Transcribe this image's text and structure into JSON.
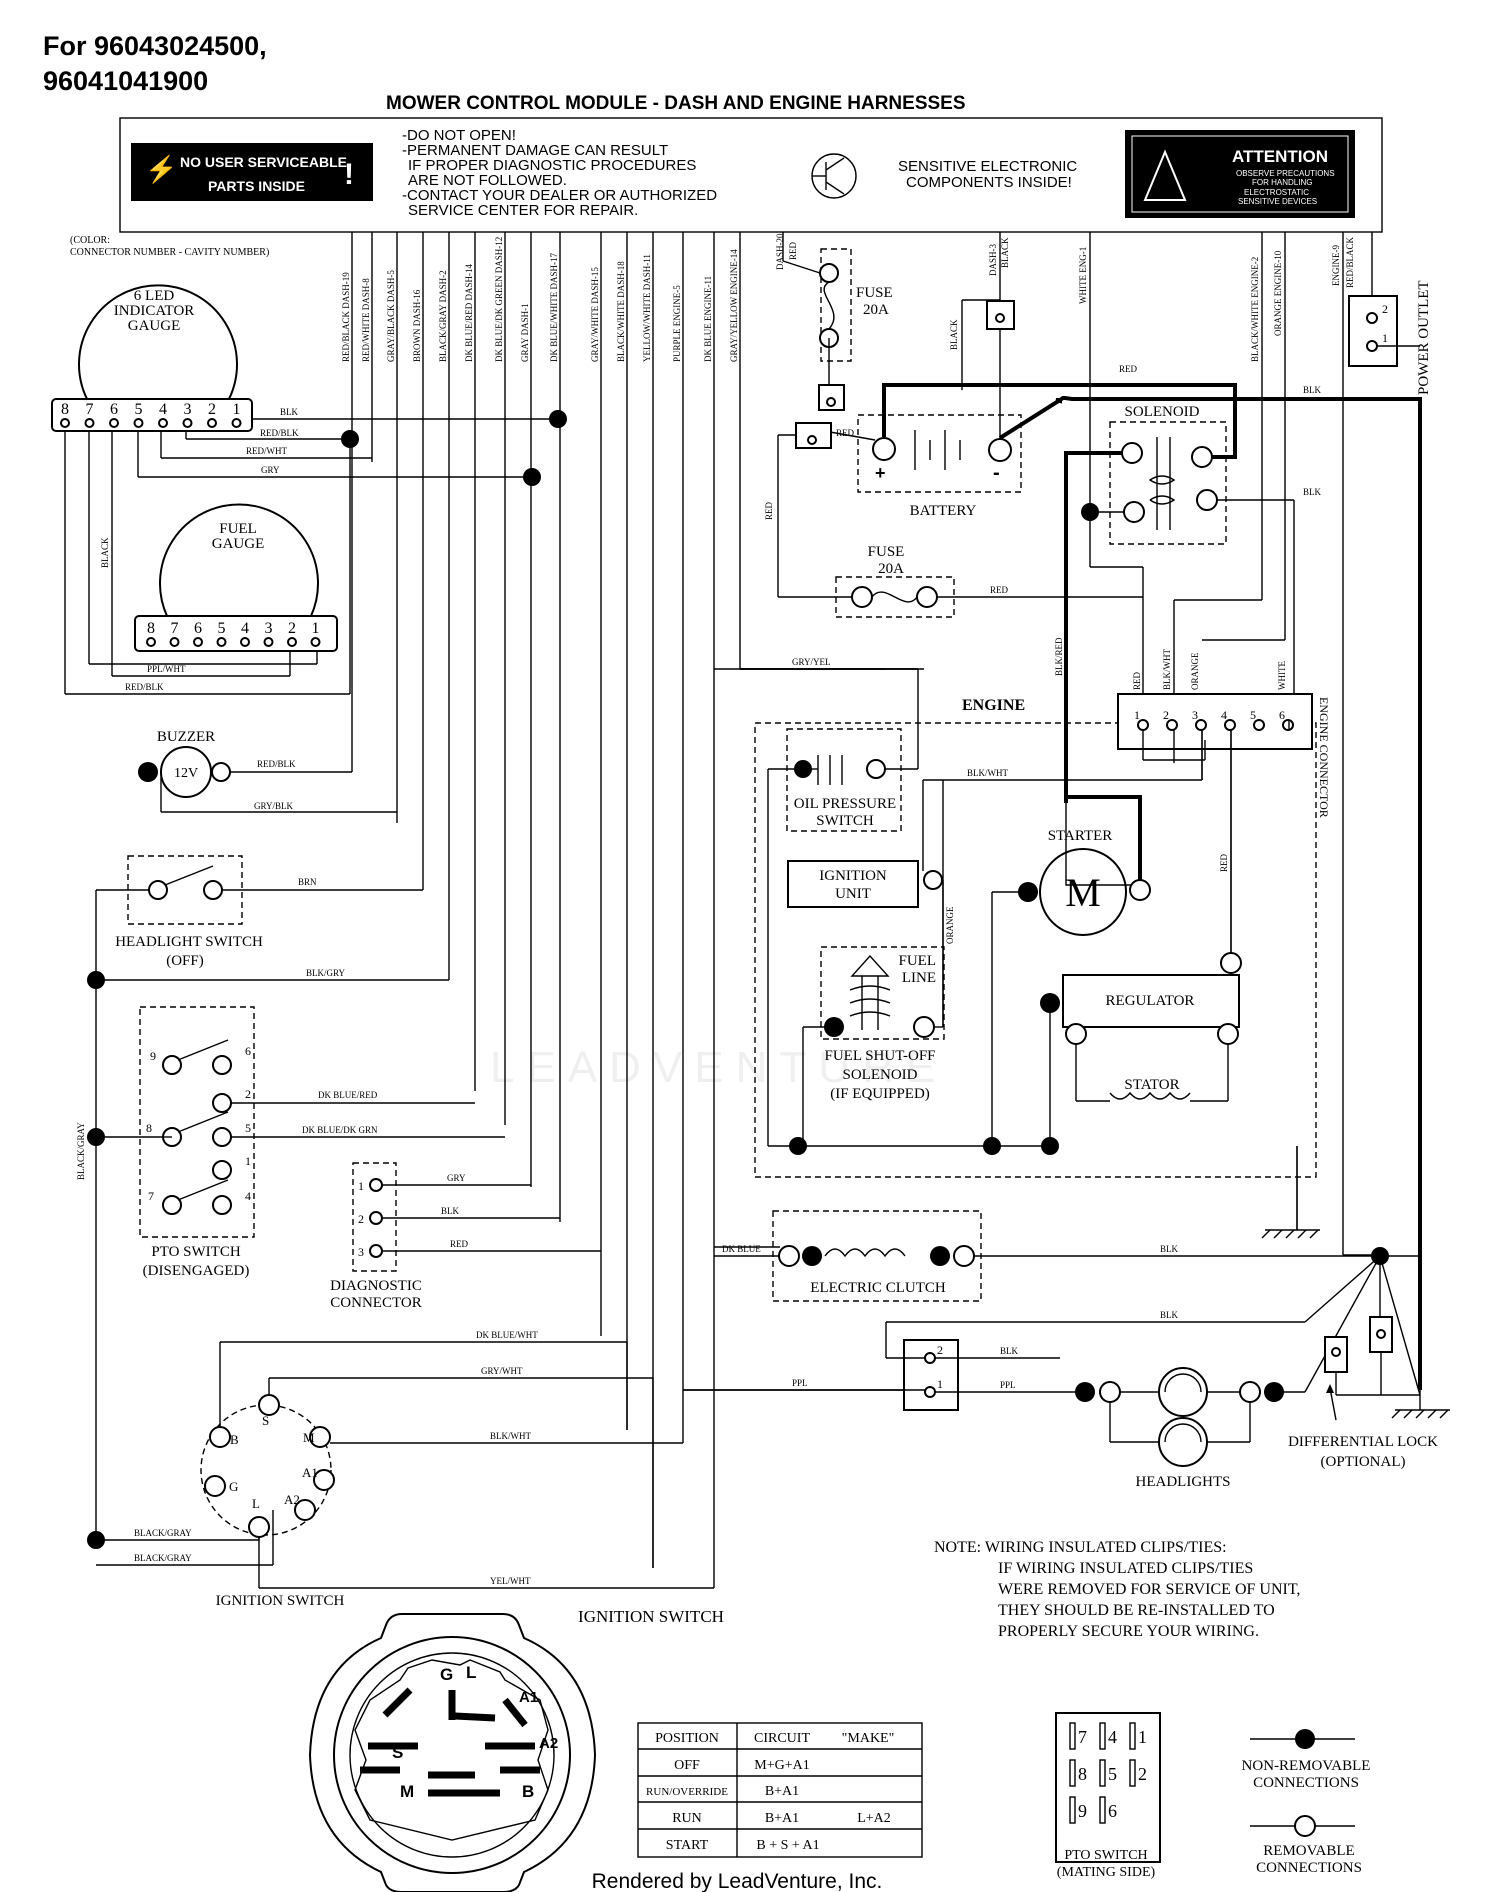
{
  "header": {
    "models_line1": "For 96043024500,",
    "models_line2": "96041041900",
    "title": "MOWER CONTROL MODULE - DASH AND ENGINE HARNESSES"
  },
  "module": {
    "badge_line1": "NO USER SERVICEABLE",
    "badge_line2": "PARTS INSIDE",
    "warn_line1": "-DO NOT OPEN!",
    "warn_line2": "-PERMANENT DAMAGE CAN RESULT",
    "warn_line3": "IF PROPER DIAGNOSTIC PROCEDURES",
    "warn_line4": "ARE NOT FOLLOWED.",
    "warn_line5": "-CONTACT YOUR DEALER OR AUTHORIZED",
    "warn_line6": "SERVICE CENTER FOR REPAIR.",
    "sensitive_line1": "SENSITIVE ELECTRONIC",
    "sensitive_line2": "COMPONENTS INSIDE!",
    "attention": "ATTENTION",
    "attention_line1": "OBSERVE PRECAUTIONS",
    "attention_line2": "FOR HANDLING",
    "attention_line3": "ELECTROSTATIC",
    "attention_line4": "SENSITIVE DEVICES"
  },
  "legend_color": {
    "line1": "(COLOR:",
    "line2": "CONNECTOR NUMBER - CAVITY NUMBER)"
  },
  "harness_wires": [
    "RED/BLACK DASH-19",
    "RED/WHITE DASH-8",
    "GRAY/BLACK DASH-5",
    "BROWN DASH-16",
    "BLACK/GRAY DASH-2",
    "DK BLUE/RED DASH-14",
    "DK BLUE/DK GREEN DASH-12",
    "GRAY DASH-1",
    "DK BLUE/WHITE DASH-17",
    "GRAY/WHITE DASH-15",
    "BLACK/WHITE DASH-18",
    "YELLOW/WHITE DASH-11",
    "PURPLE ENGINE-5",
    "DK BLUE ENGINE-11",
    "GRAY/YELLOW ENGINE-14"
  ],
  "harness_right": {
    "dash20": "DASH-20",
    "dash20_color": "RED",
    "dash3": "DASH-3",
    "dash3_color": "BLACK",
    "white_eng1": "WHITE ENG-1",
    "black_white_eng2": "BLACK/WHITE ENGINE-2",
    "orange_eng10": "ORANGE ENGINE-10",
    "engine9": "ENGINE-9",
    "engine9_color": "RED/BLACK",
    "power_outlet": "POWER OUTLET"
  },
  "components": {
    "led_gauge_1": "6 LED",
    "led_gauge_2": "INDICATOR",
    "led_gauge_3": "GAUGE",
    "fuel_gauge_1": "FUEL",
    "fuel_gauge_2": "GAUGE",
    "buzzer": "BUZZER",
    "buzzer_v": "12V",
    "headlight_switch": "HEADLIGHT SWITCH",
    "headlight_state": "(OFF)",
    "pto_switch": "PTO SWITCH",
    "pto_state": "(DISENGAGED)",
    "diag_1": "DIAGNOSTIC",
    "diag_2": "CONNECTOR",
    "ignition_switch": "IGNITION SWITCH",
    "fuse_top": "FUSE",
    "fuse_top_rating": "20A",
    "fuse_mid": "FUSE",
    "fuse_mid_rating": "20A",
    "battery": "BATTERY",
    "solenoid": "SOLENOID",
    "engine": "ENGINE",
    "engine_connector": "ENGINE CONNECTOR",
    "oil_1": "OIL PRESSURE",
    "oil_2": "SWITCH",
    "ign_unit_1": "IGNITION",
    "ign_unit_2": "UNIT",
    "starter": "STARTER",
    "starter_m": "M",
    "fuel_line_1": "FUEL",
    "fuel_line_2": "LINE",
    "fso_1": "FUEL SHUT-OFF",
    "fso_2": "SOLENOID",
    "fso_3": "(IF EQUIPPED)",
    "regulator": "REGULATOR",
    "stator": "STATOR",
    "clutch": "ELECTRIC CLUTCH",
    "headlights": "HEADLIGHTS",
    "diff_1": "DIFFERENTIAL LOCK",
    "diff_2": "(OPTIONAL)"
  },
  "wire_labels": {
    "blk": "BLK",
    "red_blk": "RED/BLK",
    "red_wht": "RED/WHT",
    "gry": "GRY",
    "black": "BLACK",
    "ppl_wht": "PPL/WHT",
    "gry_blk": "GRY/BLK",
    "brn": "BRN",
    "blk_gry": "BLK/GRY",
    "dk_blue_red": "DK BLUE/RED",
    "dk_blue_dk_grn": "DK BLUE/DK GRN",
    "black_gray": "BLACK/GRAY",
    "red": "RED",
    "dk_blue_wht": "DK BLUE/WHT",
    "gry_wht": "GRY/WHT",
    "blk_wht": "BLK/WHT",
    "yel_wht": "YEL/WHT",
    "gry_yel": "GRY/YEL",
    "blk_red": "BLK/RED",
    "orange": "ORANGE",
    "white": "WHITE",
    "dk_blue": "DK BLUE",
    "ppl": "PPL"
  },
  "terminal_labels": {
    "ign": [
      "B",
      "S",
      "M",
      "G",
      "L",
      "A2",
      "A1"
    ],
    "pto": [
      "9",
      "6",
      "2",
      "8",
      "5",
      "1",
      "7",
      "4"
    ],
    "diag": [
      "1",
      "2",
      "3"
    ],
    "eng_conn": [
      "1",
      "2",
      "3",
      "4",
      "5",
      "6"
    ],
    "gauge_pins": [
      "8",
      "7",
      "6",
      "5",
      "4",
      "3",
      "2",
      "1"
    ]
  },
  "note": {
    "line1": "NOTE:  WIRING INSULATED CLIPS/TIES:",
    "line2": "IF WIRING INSULATED CLIPS/TIES",
    "line3": "WERE REMOVED FOR SERVICE OF UNIT,",
    "line4": "THEY SHOULD BE RE-INSTALLED TO",
    "line5": "PROPERLY SECURE YOUR WIRING."
  },
  "ignition_detail": {
    "title": "IGNITION SWITCH",
    "letters": [
      "G",
      "L",
      "A1",
      "S",
      "A2",
      "M",
      "B"
    ]
  },
  "position_table": {
    "headers": [
      "POSITION",
      "CIRCUIT",
      "\"MAKE\""
    ],
    "rows": [
      {
        "position": "OFF",
        "circuit": "M+G+A1",
        "make": ""
      },
      {
        "position": "RUN/OVERRIDE",
        "circuit": "B+A1",
        "make": ""
      },
      {
        "position": "RUN",
        "circuit": "B+A1",
        "make": "L+A2"
      },
      {
        "position": "START",
        "circuit": "B + S + A1",
        "make": ""
      }
    ]
  },
  "pto_mating": {
    "pins": [
      "7",
      "4",
      "1",
      "8",
      "5",
      "2",
      "9",
      "6"
    ],
    "label_1": "PTO SWITCH",
    "label_2": "(MATING SIDE)"
  },
  "legend": {
    "nonremovable_1": "NON-REMOVABLE",
    "nonremovable_2": "CONNECTIONS",
    "removable_1": "REMOVABLE",
    "removable_2": "CONNECTIONS"
  },
  "footer": "Rendered by LeadVenture, Inc.",
  "watermark": "LEADVENTURE"
}
